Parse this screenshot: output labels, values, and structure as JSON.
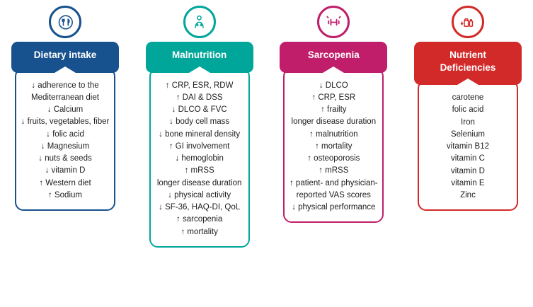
{
  "columns": [
    {
      "title": "Dietary intake",
      "color": "#17518e",
      "icon": "plate-cutlery-icon",
      "items": [
        "↓ adherence to the Mediterranean diet",
        "↓ Calcium",
        "↓ fruits, vegetables, fiber",
        "↓ folic acid",
        "↓ Magnesium",
        "↓ nuts & seeds",
        "↓ vitamin D",
        "↑ Western diet",
        "↑ Sodium"
      ]
    },
    {
      "title": "Malnutrition",
      "color": "#00a69a",
      "icon": "person-weight-loss-icon",
      "items": [
        "↑ CRP, ESR, RDW",
        "↑ DAI & DSS",
        "↓ DLCO & FVC",
        "↓ body cell mass",
        "↓ bone mineral density",
        "↑ GI involvement",
        "↓ hemoglobin",
        "↑ mRSS",
        "longer disease duration",
        "↓ physical activity",
        "↓ SF-36, HAQ-DI, QoL",
        "↑ sarcopenia",
        "↑ mortality"
      ]
    },
    {
      "title": "Sarcopenia",
      "color": "#c01e6a",
      "icon": "dumbbell-icon",
      "items": [
        "↓ DLCO",
        "↑ CRP, ESR",
        "↑ frailty",
        "longer disease duration",
        "↑ malnutrition",
        "↑ mortality",
        "↑ osteoporosis",
        "↑ mRSS",
        "↑ patient- and physician-reported VAS scores",
        "↓ physical performance"
      ]
    },
    {
      "title": "Nutrient Deficiencies",
      "color": "#d22a28",
      "icon": "groceries-deficiency-icon",
      "items": [
        "carotene",
        "folic acid",
        "Iron",
        "Selenium",
        "vitamin B12",
        "vitamin C",
        "vitamin D",
        "vitamin E",
        "Zinc"
      ]
    }
  ]
}
